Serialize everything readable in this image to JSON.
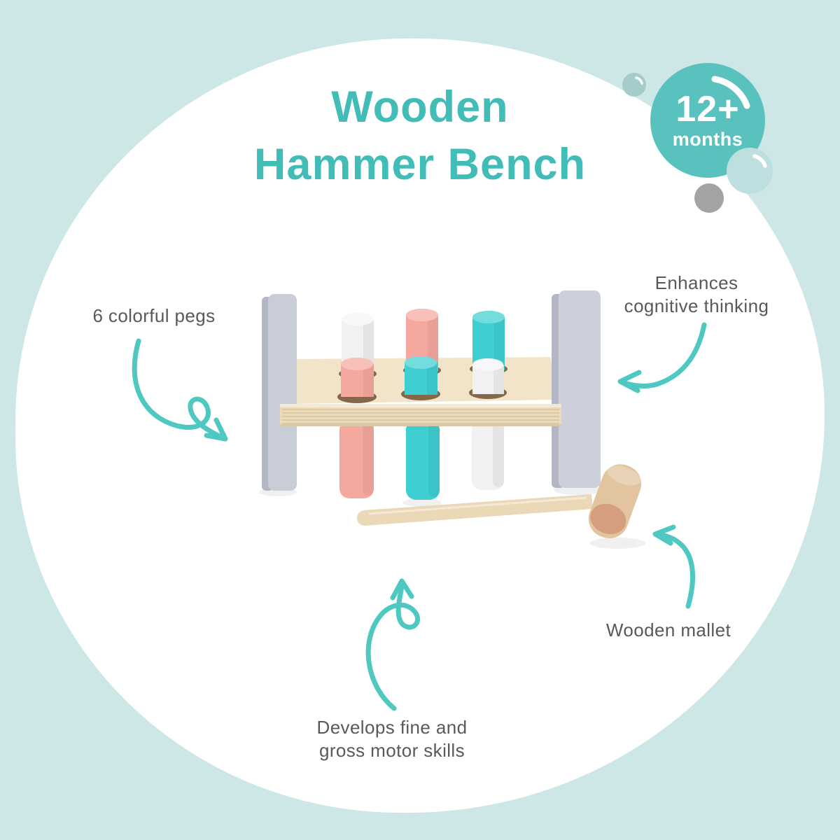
{
  "title": {
    "line1": "Wooden",
    "line2": "Hammer Bench"
  },
  "age_badge": {
    "age": "12+",
    "unit": "months"
  },
  "callouts": {
    "pegs": {
      "text": "6 colorful pegs"
    },
    "cognitive": {
      "line1": "Enhances",
      "line2": "cognitive thinking"
    },
    "mallet": {
      "text": "Wooden mallet"
    },
    "motor": {
      "line1": "Develops fine and",
      "line2": "gross motor skills"
    }
  },
  "product": {
    "peg_count": 6,
    "back_row_peg_colors": [
      "white",
      "pink",
      "teal"
    ],
    "front_row_peg_colors": [
      "pink",
      "teal",
      "white"
    ]
  },
  "colors": {
    "background_mint": "#cde7e6",
    "blob_white": "#ffffff",
    "title_teal": "#41bcb7",
    "badge_teal": "#5ac2be",
    "arrow_teal": "#4fc8c2",
    "label_gray": "#58595b",
    "peg_pink": "#f5a89e",
    "peg_teal": "#3ecfd2",
    "peg_white": "#f1f1f4",
    "hole_brown": "#85674a",
    "wood_top": "#f2e4c9",
    "wood_front": "#eddbb8",
    "bench_gray": "#c9cdd8",
    "bench_gray_dark": "#b3b7c3",
    "mallet_wood": "#ebd8b7",
    "mallet_head_wood": "#e2c49e",
    "mallet_face_tan": "#d59e7f",
    "bubble_mint_dark": "#a6cbcb",
    "bubble_mint_light": "#bedfe0",
    "bubble_gray": "#a1a3a5"
  }
}
